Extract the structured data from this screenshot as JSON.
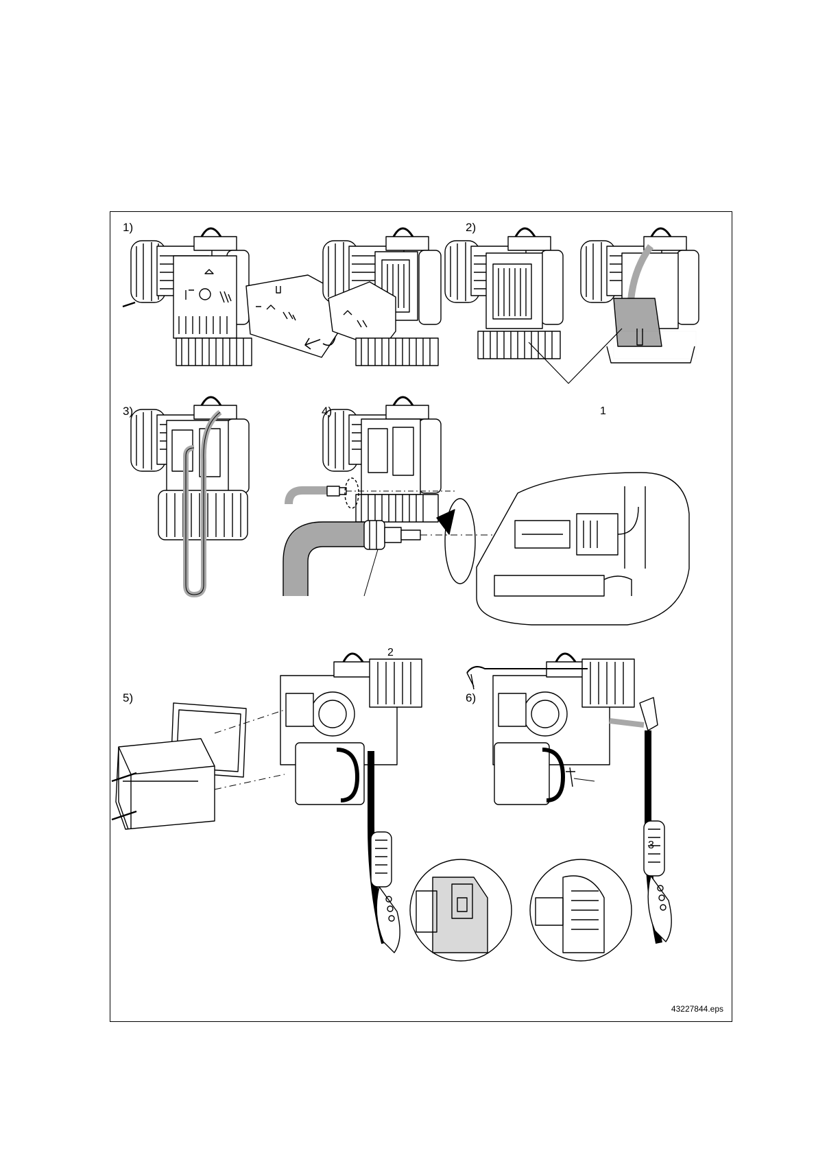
{
  "figure": {
    "steps": [
      {
        "label": "1)",
        "icon": "remove-cover-illustration"
      },
      {
        "label": "2)",
        "icon": "insert-strap-illustration"
      },
      {
        "label": "3)",
        "icon": "strap-loop-illustration"
      },
      {
        "label": "4)",
        "icon": "connect-cable-illustration"
      },
      {
        "label": "5)",
        "icon": "mount-cover-illustration"
      },
      {
        "label": "6)",
        "icon": "fasten-pendant-illustration"
      }
    ],
    "callouts": [
      "1",
      "2",
      "3"
    ],
    "file_reference": "43227844.eps"
  },
  "colors": {
    "line": "#000000",
    "fill_light": "#ffffff",
    "fill_gray": "#a8a8a8",
    "fill_mid": "#d9d9d9"
  }
}
